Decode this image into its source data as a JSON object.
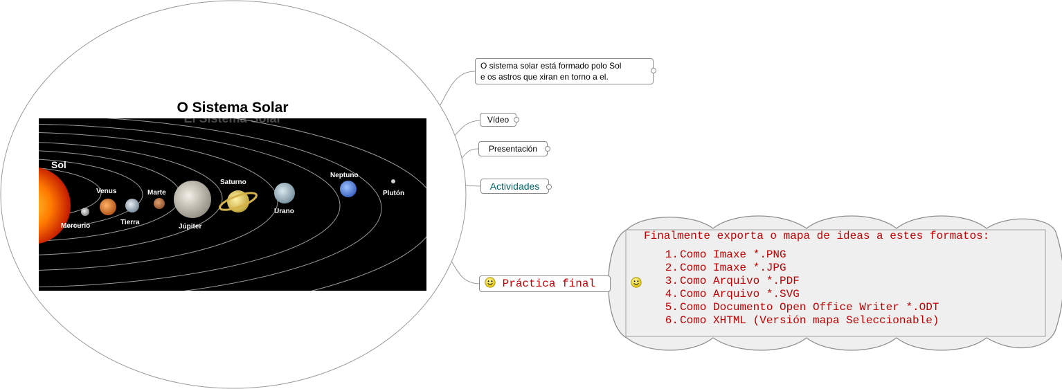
{
  "central_topic": {
    "title": "O Sistema Solar",
    "image": {
      "faded_title": "El Sistema Solar",
      "sun_label": "Sol",
      "planets": [
        "Mercurio",
        "Venus",
        "Tierra",
        "Marte",
        "Júpiter",
        "Saturno",
        "Urano",
        "Neptuno",
        "Plutón"
      ]
    }
  },
  "branches": [
    {
      "id": "description",
      "text_lines": [
        "O sistema solar está formado polo Sol",
        "e os astros que xiran en torno a el."
      ]
    },
    {
      "id": "video",
      "label": "Vídeo"
    },
    {
      "id": "presentation",
      "label": "Presentación"
    },
    {
      "id": "activities",
      "label": "Actividades",
      "color": "#006666"
    },
    {
      "id": "final",
      "label": "Práctica final",
      "color": "#c00000",
      "icon": "smiley-icon"
    }
  ],
  "callout": {
    "icon": "smiley-icon",
    "heading": "Finalmente exporta o mapa de ideas a estes formatos:",
    "items": [
      {
        "num": "1.",
        "text": "Como Imaxe *.PNG"
      },
      {
        "num": "2.",
        "text": "Como Imaxe *.JPG"
      },
      {
        "num": "3.",
        "text": "Como Arquivo *.PDF"
      },
      {
        "num": "4.",
        "text": "Como Arquivo *.SVG"
      },
      {
        "num": "5.",
        "text": "Como Documento Open Office Writer *.ODT"
      },
      {
        "num": "6.",
        "text": "Como XHTML (Versión mapa Seleccionable)"
      }
    ],
    "text_color": "#c00000",
    "fill": "#efefef"
  }
}
